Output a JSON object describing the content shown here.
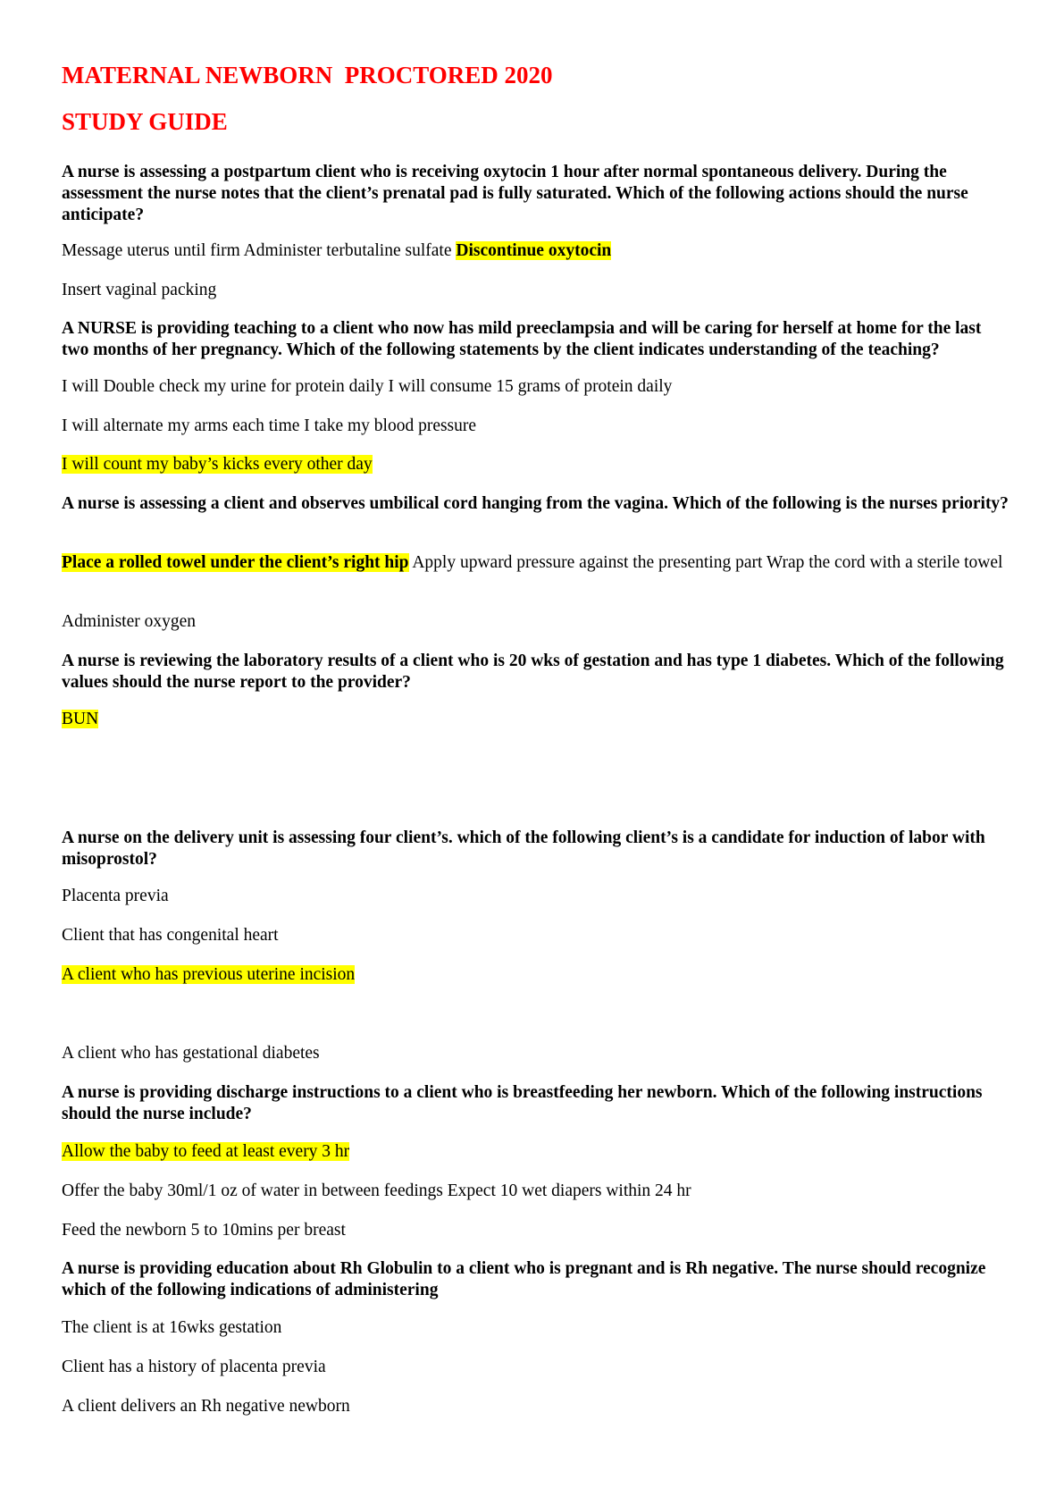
{
  "doc": {
    "title_line1": "MATERNAL NEWBORN  PROCTORED 2020",
    "title_line2": "STUDY GUIDE"
  },
  "items": [
    {
      "question": "A nurse is assessing a postpartum client who is receiving oxytocin 1 hour after normal spontaneous delivery. During the assessment the nurse notes that the client’s prenatal pad is fully saturated. Which of the following actions should the nurse anticipate?",
      "line1_plain": "Message uterus until firm Administer terbutaline sulfate ",
      "line1_highlight": "Discontinue oxytocin",
      "line2": "Insert vaginal packing"
    },
    {
      "question": "A NURSE is providing teaching to a client who now has mild preeclampsia and will be caring for herself at home for the last two months of her pregnancy. Which of the following statements by the client indicates understanding of the teaching?",
      "line1": "I will Double check my urine for protein daily I will consume 15 grams of protein daily",
      "line2": "I will alternate my arms each time I take my blood pressure",
      "line3_highlight": "I will count my baby’s kicks every other day"
    },
    {
      "question": "A nurse is assessing a client and observes umbilical cord hanging from the vagina. Which of the following is the nurses priority?",
      "line1_highlight": "Place a rolled towel under the client’s right hip",
      "line1_plain": " Apply upward pressure against the presenting part Wrap the cord with a sterile towel",
      "line2": "Administer oxygen"
    },
    {
      "question": "A nurse is reviewing the laboratory results of a client who is 20 wks of gestation and has type 1 diabetes. Which of the following values should the nurse report to the provider?",
      "line1_highlight": "BUN"
    },
    {
      "question": "A nurse on the delivery unit is assessing four client’s. which of the following client’s is a candidate for induction of labor with misoprostol?",
      "line1": "Placenta previa",
      "line2": "Client that has congenital heart",
      "line3_highlight": "A client who has previous uterine incision",
      "line4": "A client who has gestational diabetes"
    },
    {
      "question": "A nurse is providing discharge instructions to a client who is breastfeeding her newborn. Which of the following instructions should the nurse include?",
      "line1_highlight": "Allow the baby to feed at least every 3 hr",
      "line2": "Offer the baby 30ml/1 oz of water in between feedings Expect 10 wet diapers within 24 hr",
      "line3": "Feed the newborn 5 to 10mins per breast"
    },
    {
      "question": "A nurse is providing education about Rh Globulin to a client who is pregnant and is Rh negative. The nurse should recognize which of the following indications of administering",
      "line1": "The client is at 16wks gestation",
      "line2": "Client has a history of placenta previa",
      "line3": "A client delivers an Rh negative newborn"
    }
  ]
}
